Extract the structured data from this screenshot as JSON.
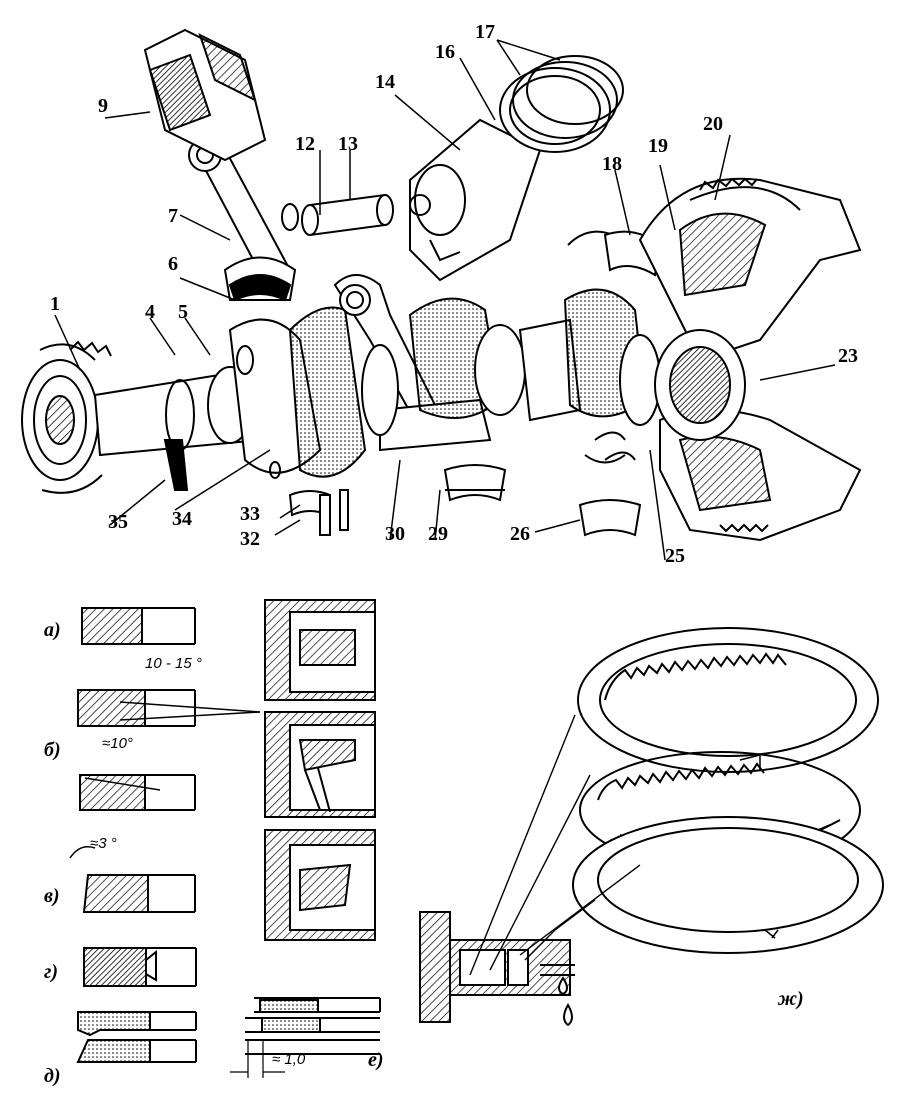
{
  "top_labels": [
    "1",
    "4",
    "5",
    "6",
    "7",
    "9",
    "12",
    "13",
    "14",
    "16",
    "17",
    "18",
    "19",
    "20",
    "23",
    "25",
    "26",
    "29",
    "30",
    "32",
    "33",
    "34",
    "35"
  ],
  "figure_labels": {
    "a": "а)",
    "b": "б)",
    "v": "в)",
    "g": "г)",
    "d": "д)",
    "e": "е)",
    "zh": "ж)"
  },
  "dimensions": {
    "angle_b1": "10 - 15 °",
    "angle_b2": "≈10°",
    "angle_v": "≈3 °",
    "gap_e": "≈ 1,0"
  }
}
